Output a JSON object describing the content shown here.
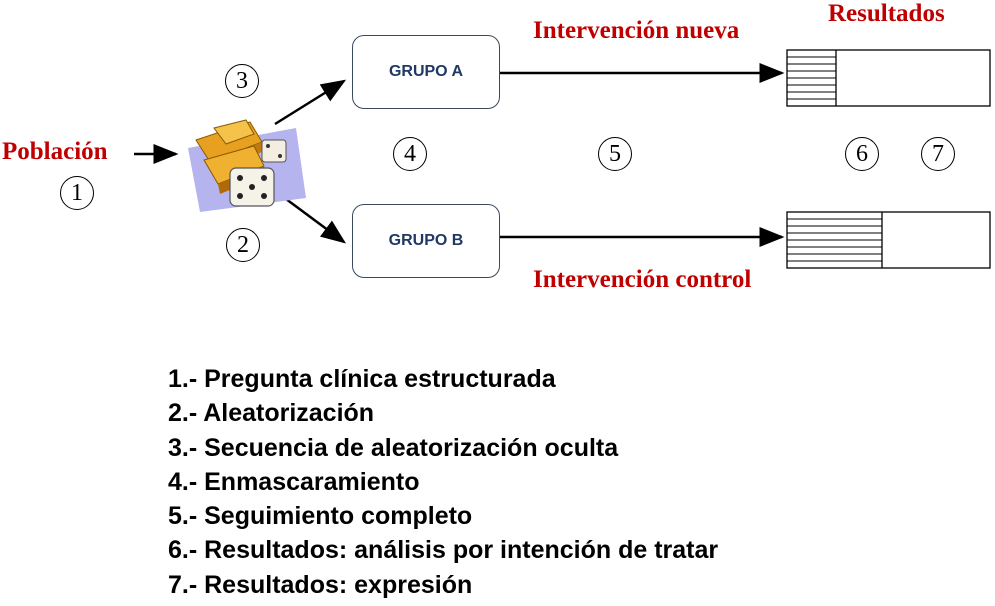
{
  "diagram": {
    "poblacion_label": "Población",
    "resultados_label": "Resultados",
    "intervencion_nueva_label": "Intervención nueva",
    "intervencion_control_label": "Intervención control",
    "grupo_a_label": "GRUPO A",
    "grupo_b_label": "GRUPO B",
    "circles": {
      "c1": "1",
      "c2": "2",
      "c3": "3",
      "c4": "4",
      "c5": "5",
      "c6": "6",
      "c7": "7"
    },
    "colors": {
      "red": "#c00000",
      "navy": "#1f3864"
    },
    "icon": "dice-and-gold-bars-icon"
  },
  "legend": {
    "items": [
      "1.- Pregunta clínica estructurada",
      "2.- Aleatorización",
      "3.- Secuencia de aleatorización oculta",
      "4.- Enmascaramiento",
      "5.- Seguimiento completo",
      "6.- Resultados: análisis por intención de tratar",
      "7.- Resultados: expresión"
    ]
  }
}
